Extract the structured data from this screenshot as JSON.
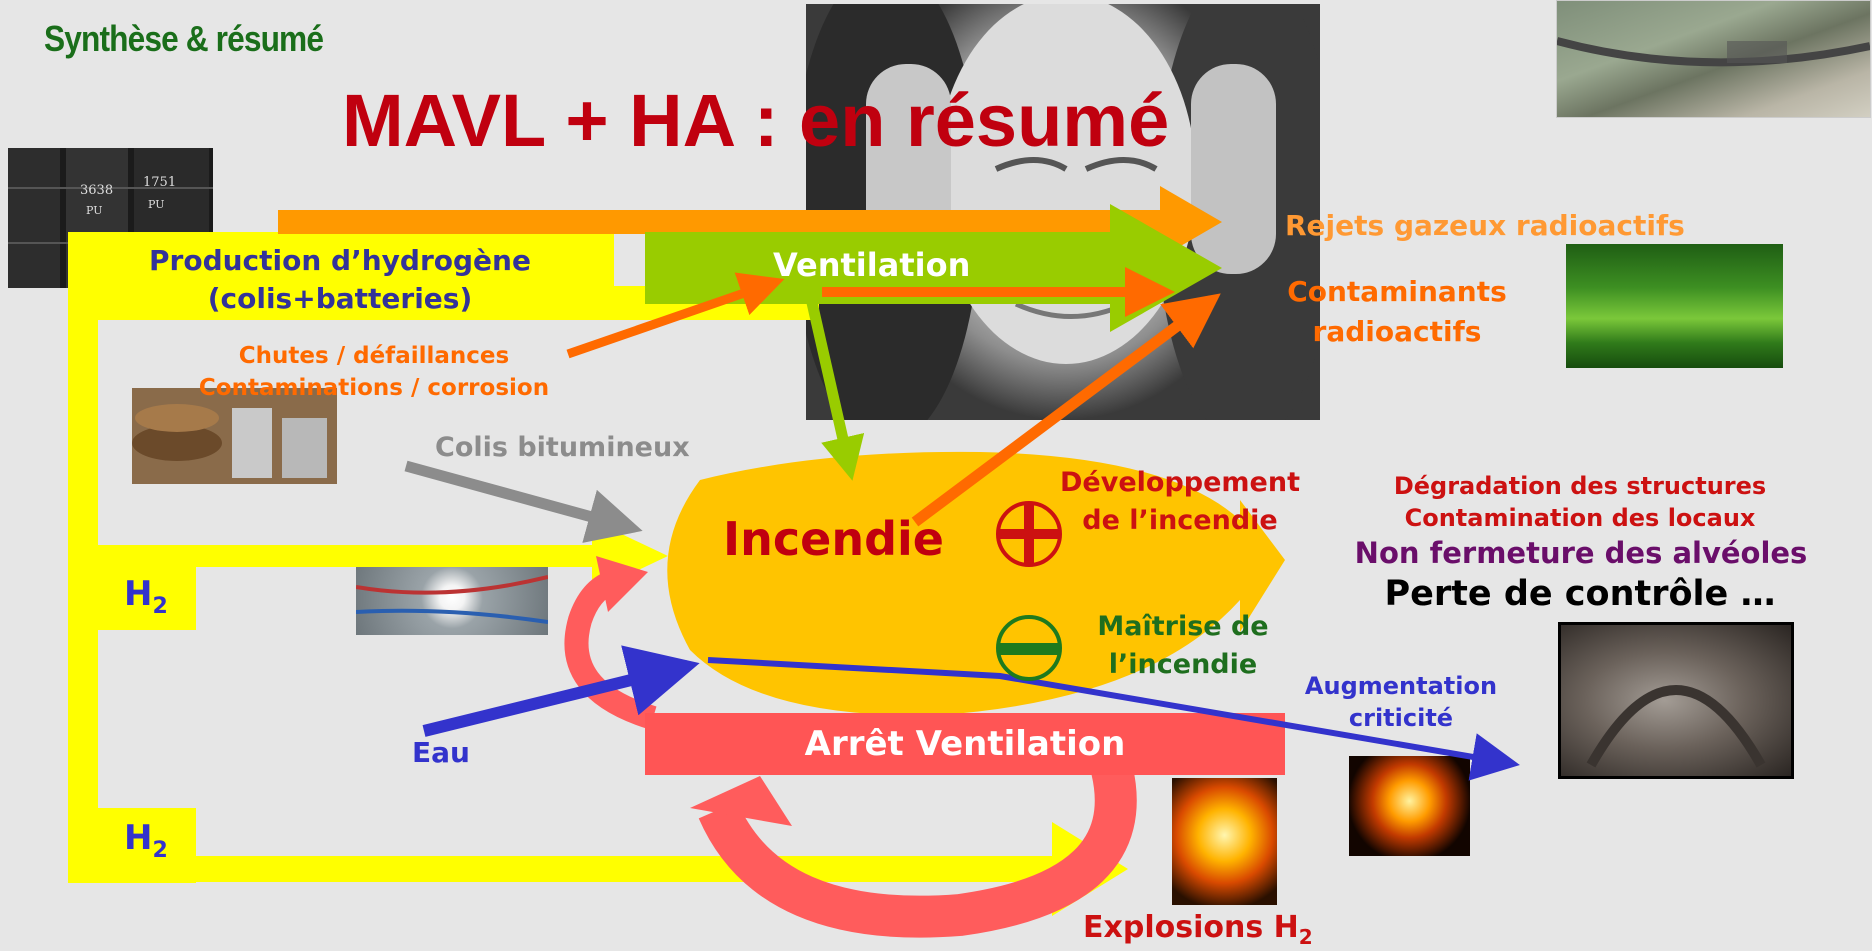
{
  "header": {
    "section": "Synthèse & résumé",
    "title": "MAVL + HA : en résumé"
  },
  "labels": {
    "production_line1": "Production d’hydrogène",
    "production_line2": "(colis+batteries)",
    "ventilation": "Ventilation",
    "rejets": "Rejets gazeux radioactifs",
    "contaminants_line1": "Contaminants",
    "contaminants_line2": "radioactifs",
    "chutes_line1": "Chutes / défaillances",
    "chutes_line2": "Contaminations / corrosion",
    "colis": "Colis bitumineux",
    "incendie": "Incendie",
    "developpement_line1": "Développement",
    "developpement_line2": "de l’incendie",
    "maitrise_line1": "Maîtrise de",
    "maitrise_line2": "l’incendie",
    "degradation": "Dégradation des structures",
    "contamination_locaux": "Contamination des locaux",
    "non_fermeture": "Non fermeture des alvéoles",
    "perte_controle": "Perte de contrôle …",
    "h2_upper": "H",
    "h2_upper_sub": "2",
    "h2_lower": "H",
    "h2_lower_sub": "2",
    "eau": "Eau",
    "arret": "Arrêt Ventilation",
    "augmentation_line1": "Augmentation",
    "augmentation_line2": "criticité",
    "explosions": "Explosions H",
    "explosions_sub": "2"
  },
  "drums": [
    "1751",
    "3638",
    "PU",
    "PU"
  ],
  "colors": {
    "section_title": "#1a6e1a",
    "title": "#c0000f",
    "yellow": "#ffff00",
    "orange_arrow": "#ff9900",
    "dark_orange": "#ff6a00",
    "green": "#99cc00",
    "grey": "#8c8c8c",
    "fire": "#ffc400",
    "blue": "#3333cc",
    "salmon": "#ff5555",
    "production_text": "#333399",
    "purple": "#6a0e6a",
    "maitrise": "#1e6e1e"
  }
}
